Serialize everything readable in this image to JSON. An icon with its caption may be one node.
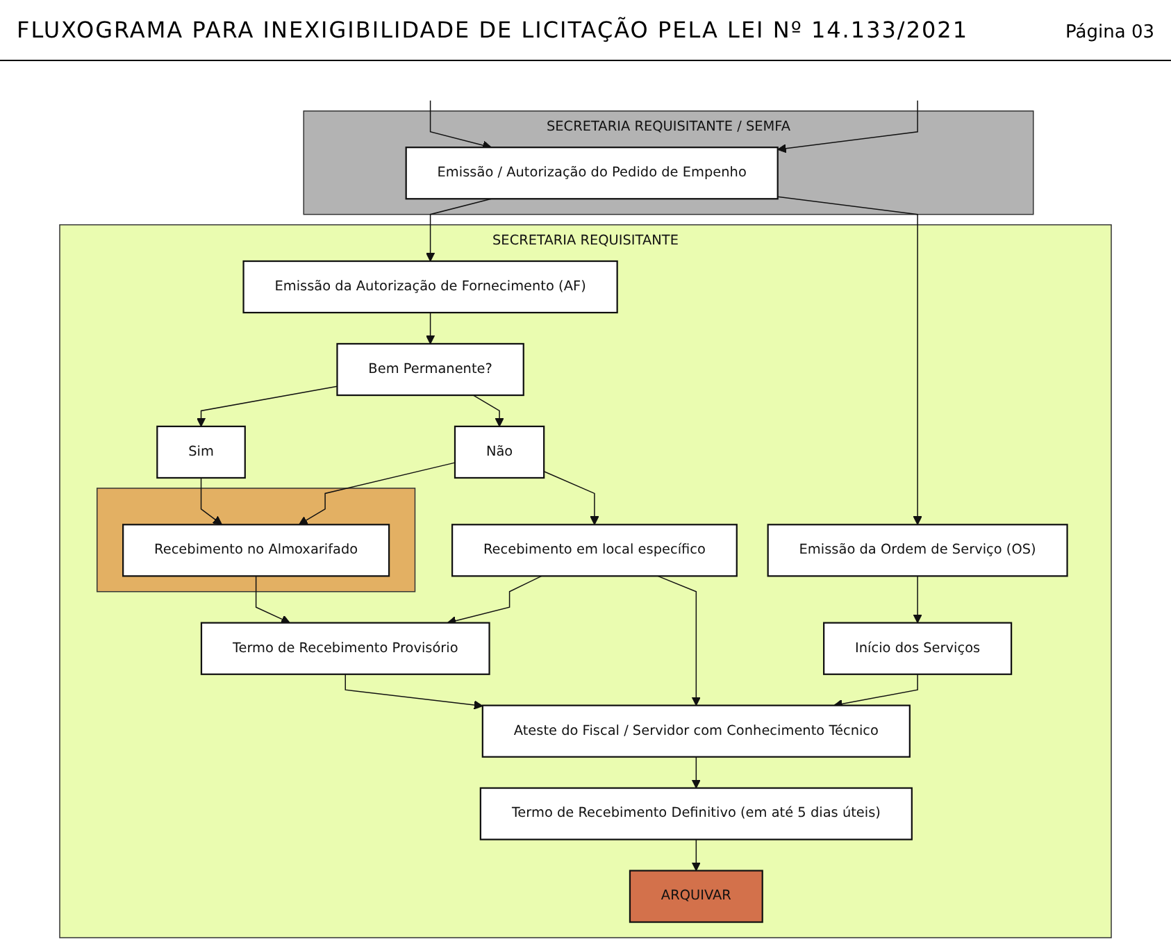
{
  "diagram": {
    "title": "FLUXOGRAMA PARA INEXIGIBILIDADE DE LICITAÇÃO PELA LEI Nº 14.133/2021",
    "nodes": [
      {
        "text": [
          "SECRETARIA REQUISITANTE / SEMFA"
        ]
      },
      {
        "text": [
          "Emissão / Autorização do Pedido de Empenho"
        ],
        "in": 0
      },
      {
        "text": [
          "SECRETARIA REQUISITANTE"
        ]
      },
      {
        "text": [
          "Emissão da Autorização de Fornecimento (AF)"
        ],
        "in": 2
      },
      {
        "text": [
          "Emissão da Ordem de Serviço (OS)"
        ],
        "in": 2
      },
      {
        "text": [
          "Bem Permanente?"
        ],
        "in": 2
      },
      {
        "text": [
          "Sim"
        ],
        "in": 2
      },
      {
        "text": [
          "Não"
        ],
        "in": 2
      },
      {
        "text": [],
        "shape": "box",
        "in": 2
      },
      {
        "text": [
          "Recebimento no Almoxarifado"
        ],
        "in": 8
      },
      {
        "text": [
          "Recebimento em local específico"
        ],
        "in": 2
      },
      {
        "text": [
          "Início dos Serviços"
        ],
        "in": 2
      },
      {
        "text": [
          "Termo de Recebimento Provisório"
        ],
        "in": 2
      },
      {
        "text": [
          "Ateste do Fiscal / Servidor com Conhecimento Técnico"
        ],
        "in": 2
      },
      {
        "text": [
          "Termo de Recebimento Definitivo (em até 5 dias úteis)"
        ],
        "in": 2
      },
      {
        "text": [
          "ARQUIVAR"
        ],
        "in": 2
      }
    ],
    "edges": [
      {
        "from": null,
        "to": 1,
        "arrow": "to"
      },
      {
        "from": null,
        "to": 1,
        "arrow": "to"
      },
      {
        "from": 1,
        "to": 3,
        "arrow": "to"
      },
      {
        "from": 1,
        "to": 4,
        "arrow": "to"
      },
      {
        "from": 3,
        "to": 5,
        "arrow": "to"
      },
      {
        "from": 5,
        "to": 6,
        "arrow": "to"
      },
      {
        "from": 5,
        "to": 7,
        "arrow": "to"
      },
      {
        "from": 6,
        "to": 9,
        "arrow": "to"
      },
      {
        "from": 7,
        "to": 9,
        "arrow": "to"
      },
      {
        "from": 7,
        "to": 10,
        "arrow": "to"
      },
      {
        "from": 4,
        "to": 11,
        "arrow": "to"
      },
      {
        "from": 9,
        "to": 12,
        "arrow": "to"
      },
      {
        "from": 10,
        "to": 12,
        "arrow": "to"
      },
      {
        "from": 10,
        "to": 13,
        "arrow": "to"
      },
      {
        "from": 11,
        "to": 13,
        "arrow": "to"
      },
      {
        "from": 12,
        "to": 13,
        "arrow": "to"
      },
      {
        "from": 13,
        "to": 14,
        "arrow": "to"
      },
      {
        "from": 14,
        "to": 15,
        "arrow": "to"
      }
    ],
    "labels": [
      "Página 03"
    ]
  }
}
